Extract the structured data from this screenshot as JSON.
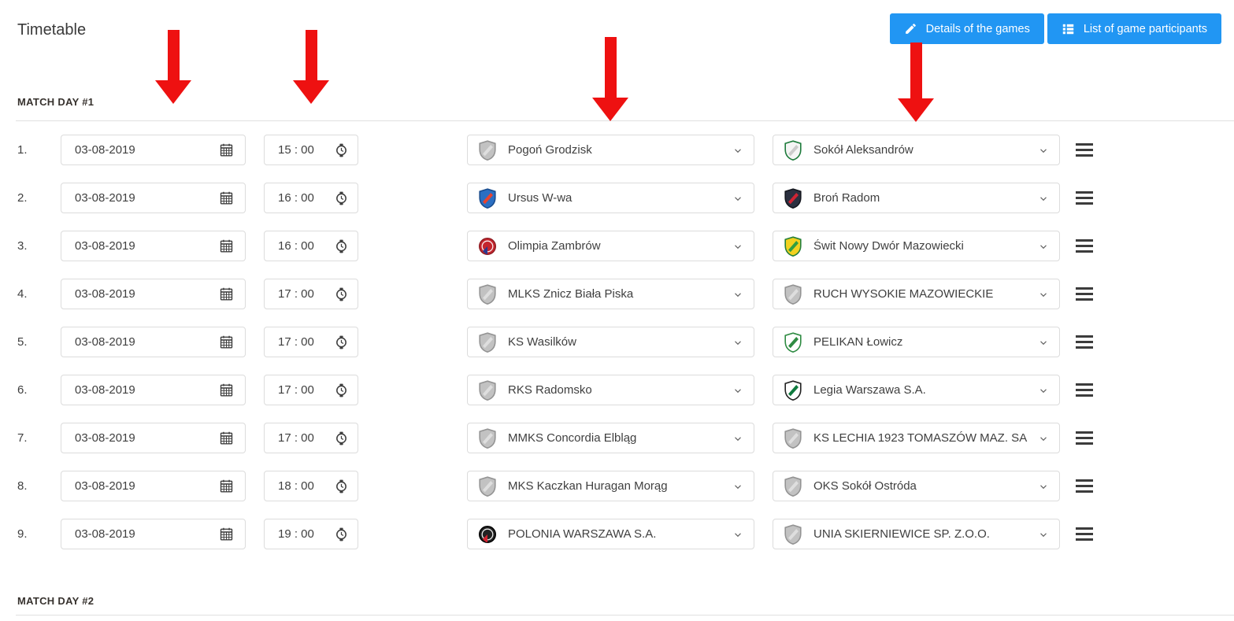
{
  "page": {
    "title": "Timetable"
  },
  "header": {
    "buttons": [
      {
        "label": "Details of the games",
        "icon": "pencil"
      },
      {
        "label": "List of game participants",
        "icon": "list"
      }
    ]
  },
  "sections": [
    {
      "label": "MATCH DAY #1"
    },
    {
      "label": "MATCH DAY #2"
    }
  ],
  "annotations": {
    "red_arrows_point_at": [
      "date-column",
      "time-column",
      "home-team-column",
      "away-team-column"
    ]
  },
  "colors": {
    "accent_blue": "#2196f3",
    "arrow_red": "#ee1111",
    "input_border": "#dcdcdc",
    "text_dark": "#3f3f3f",
    "divider": "#e0e0e0"
  },
  "crests": {
    "generic": {
      "shape": "shield",
      "colors": [
        "#c2c2c2",
        "#dedede",
        "#949494"
      ]
    },
    "sokol_aleksandrow": {
      "shape": "shield",
      "colors": [
        "#f5f5f5",
        "#cccccc",
        "#1e7b3c"
      ]
    },
    "ursus": {
      "shape": "shield",
      "colors": [
        "#2b6fc2",
        "#e8432e",
        "#1a4d8f"
      ]
    },
    "bron_radom": {
      "shape": "shield",
      "colors": [
        "#2b3040",
        "#cf2433",
        "#15181f"
      ]
    },
    "olimpia": {
      "shape": "circle",
      "colors": [
        "#c4262e",
        "#2b3a8f",
        "#8e1c22"
      ]
    },
    "swit": {
      "shape": "shield",
      "colors": [
        "#f2d11f",
        "#2f9e41",
        "#26803a"
      ]
    },
    "pelikan": {
      "shape": "shield",
      "colors": [
        "#ffffff",
        "#2e8b42",
        "#2e8b42"
      ]
    },
    "legia": {
      "shape": "shield",
      "colors": [
        "#ffffff",
        "#0e7a3e",
        "#222222"
      ]
    },
    "polonia": {
      "shape": "circle",
      "colors": [
        "#222222",
        "#d42330",
        "#000000"
      ]
    }
  },
  "rows": [
    {
      "num": "1.",
      "date": "03-08-2019",
      "time": "15 : 00",
      "home": {
        "name": "Pogoń Grodzisk",
        "crest": "generic"
      },
      "away": {
        "name": "Sokół Aleksandrów",
        "crest": "sokol_aleksandrow"
      }
    },
    {
      "num": "2.",
      "date": "03-08-2019",
      "time": "16 : 00",
      "home": {
        "name": "Ursus W-wa",
        "crest": "ursus"
      },
      "away": {
        "name": "Broń Radom",
        "crest": "bron_radom"
      }
    },
    {
      "num": "3.",
      "date": "03-08-2019",
      "time": "16 : 00",
      "home": {
        "name": "Olimpia Zambrów",
        "crest": "olimpia"
      },
      "away": {
        "name": "Świt Nowy Dwór Mazowiecki",
        "crest": "swit"
      }
    },
    {
      "num": "4.",
      "date": "03-08-2019",
      "time": "17 : 00",
      "home": {
        "name": "MLKS Znicz Biała Piska",
        "crest": "generic"
      },
      "away": {
        "name": "RUCH WYSOKIE MAZOWIECKIE",
        "crest": "generic"
      }
    },
    {
      "num": "5.",
      "date": "03-08-2019",
      "time": "17 : 00",
      "home": {
        "name": "KS Wasilków",
        "crest": "generic"
      },
      "away": {
        "name": "PELIKAN Łowicz",
        "crest": "pelikan"
      }
    },
    {
      "num": "6.",
      "date": "03-08-2019",
      "time": "17 : 00",
      "home": {
        "name": "RKS Radomsko",
        "crest": "generic"
      },
      "away": {
        "name": "Legia Warszawa S.A.",
        "crest": "legia"
      }
    },
    {
      "num": "7.",
      "date": "03-08-2019",
      "time": "17 : 00",
      "home": {
        "name": "MMKS Concordia Elbląg",
        "crest": "generic"
      },
      "away": {
        "name": "KS LECHIA 1923 TOMASZÓW MAZ. SA",
        "crest": "generic"
      }
    },
    {
      "num": "8.",
      "date": "03-08-2019",
      "time": "18 : 00",
      "home": {
        "name": "MKS Kaczkan Huragan Morąg",
        "crest": "generic"
      },
      "away": {
        "name": "OKS Sokół Ostróda",
        "crest": "generic"
      }
    },
    {
      "num": "9.",
      "date": "03-08-2019",
      "time": "19 : 00",
      "home": {
        "name": "POLONIA WARSZAWA S.A.",
        "crest": "polonia"
      },
      "away": {
        "name": "UNIA SKIERNIEWICE SP. Z.O.O.",
        "crest": "generic"
      }
    }
  ]
}
